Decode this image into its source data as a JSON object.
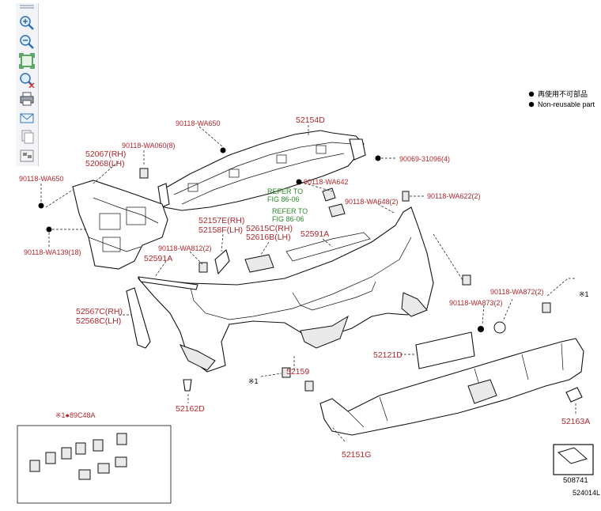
{
  "toolbar": {
    "buttons": [
      {
        "name": "zoom-in-button",
        "icon": "zoom-in-icon"
      },
      {
        "name": "zoom-out-button",
        "icon": "zoom-out-icon"
      },
      {
        "name": "fit-to-window-button",
        "icon": "fit-window-icon"
      },
      {
        "name": "reset-zoom-button",
        "icon": "zoom-reset-icon"
      },
      {
        "name": "print-button",
        "icon": "printer-icon"
      },
      {
        "name": "email-button",
        "icon": "envelope-icon"
      },
      {
        "name": "copy-button",
        "icon": "copy-icon"
      },
      {
        "name": "toggle-view-button",
        "icon": "view-icon"
      }
    ]
  },
  "legend": {
    "reusable_jp": "再使用不可部品",
    "nonreusable": "Non-reusable part"
  },
  "labels": {
    "p90118_wa650_top": "90118-WA650",
    "p52154d": "52154D",
    "p90118_wa060": "90118-WA060(8)",
    "p52067": "52067(RH)",
    "p52068": "52068(LH)",
    "p90069": "90069-31096(4)",
    "p90118_wa650_left": "90118-WA650",
    "p90118_wa642": "90118-WA642",
    "refer1_a": "REFER TO",
    "refer1_b": "FIG 86-06",
    "refer2_a": "REFER TO",
    "refer2_b": "FIG 86-06",
    "p90118_wa622": "90118-WA622(2)",
    "p90118_wa648": "90118-WA648(2)",
    "p52157e": "52157E(RH)",
    "p52158f": "52158F(LH)",
    "p52615c": "52615C(RH)",
    "p52616b": "52616B(LH)",
    "p52591a_r": "52591A",
    "p90118_wa139": "90118-WA139(18)",
    "p90118_wa812": "90118-WA812(2)",
    "p52591a_l": "52591A",
    "p90118_wa872": "90118-WA872(2)",
    "star1_r": "※1",
    "p90118_wa873": "90118-WA873(2)",
    "p52567c": "52567C(RH)",
    "p52568c": "52568C(LH)",
    "p52121d": "52121D",
    "star1_m": "※1",
    "p52159": "52159",
    "p52162d": "52162D",
    "p52163a": "52163A",
    "p89c48a": "※1●89C48A",
    "p52151g": "52151G",
    "p508741": "508741",
    "fig_code": "524014L"
  }
}
